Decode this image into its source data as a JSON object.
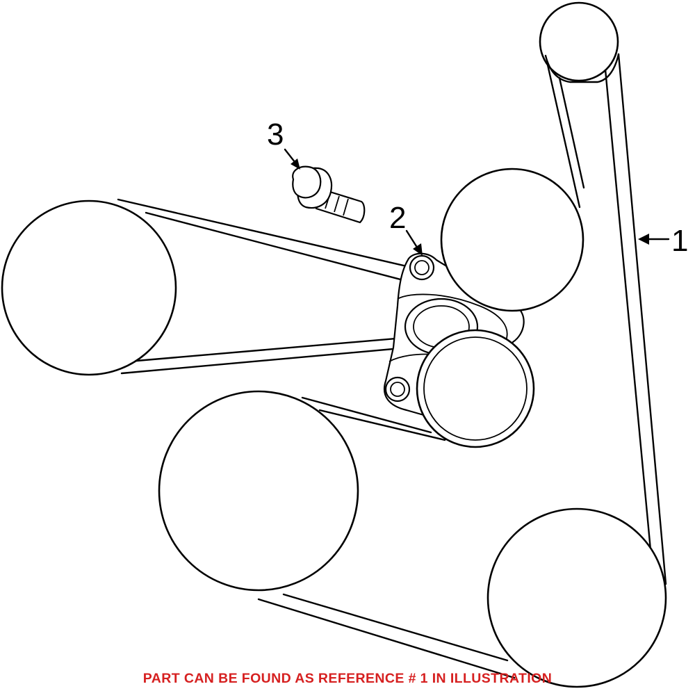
{
  "callouts": [
    {
      "id": "1",
      "label": "1"
    },
    {
      "id": "2",
      "label": "2"
    },
    {
      "id": "3",
      "label": "3"
    }
  ],
  "note": {
    "text": "PART CAN BE FOUND AS REFERENCE # 1 IN ILLUSTRATION",
    "color": "#d62020"
  }
}
